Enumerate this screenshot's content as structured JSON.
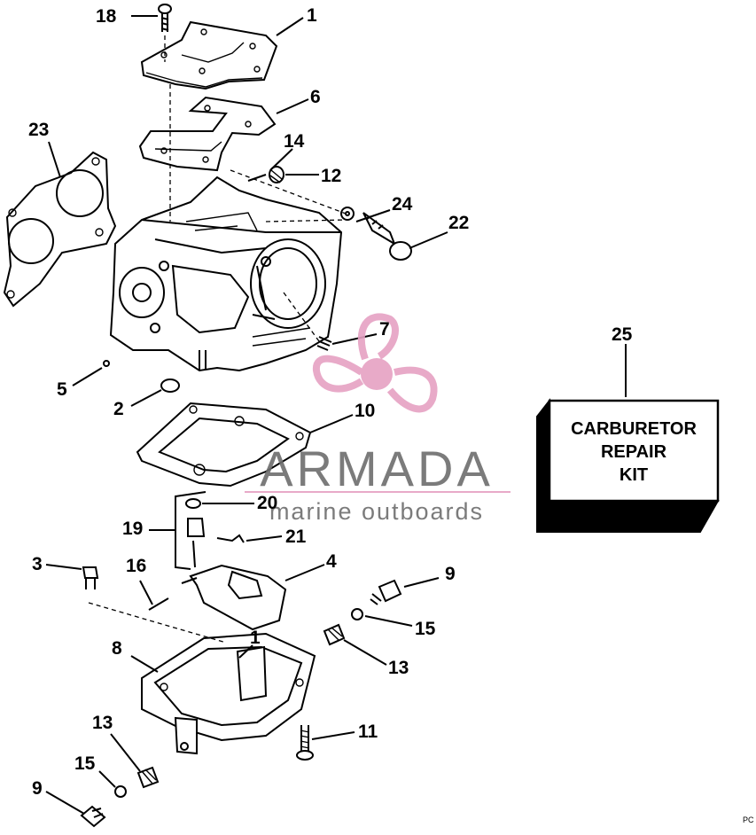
{
  "labels": {
    "p1": "1",
    "p1b": "1",
    "p2": "2",
    "p3": "3",
    "p4": "4",
    "p5": "5",
    "p6": "6",
    "p7": "7",
    "p8": "8",
    "p9a": "9",
    "p9b": "9",
    "p10": "10",
    "p11": "11",
    "p12": "12",
    "p13a": "13",
    "p13b": "13",
    "p14": "14",
    "p15a": "15",
    "p15b": "15",
    "p16": "16",
    "p18": "18",
    "p19": "19",
    "p20": "20",
    "p21": "21",
    "p22": "22",
    "p23": "23",
    "p24": "24",
    "p25": "25"
  },
  "kit": {
    "line1": "CARBURETOR",
    "line2": "REPAIR",
    "line3": "KIT"
  },
  "watermark": {
    "brand": "ARMADA",
    "tagline": "marine outboards",
    "colors": {
      "propeller": "#e6a1c3",
      "text": "#6d6d6d",
      "rule": "#e6a1c3"
    }
  },
  "corner_text": "PC"
}
